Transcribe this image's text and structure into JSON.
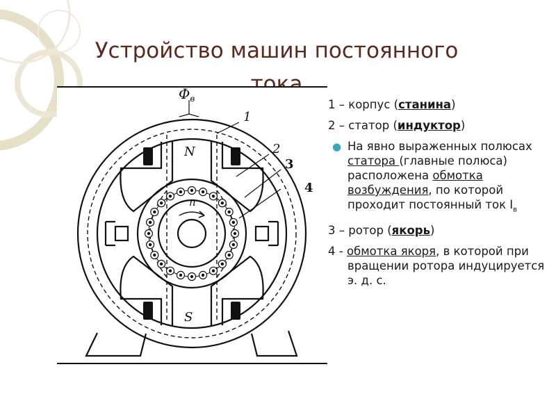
{
  "title": "Устройство машин постоянного тока",
  "figure": {
    "labels": {
      "flux": "Φ",
      "flux_sub": "в",
      "north": "N",
      "south": "S",
      "speed": "n",
      "l1": "1",
      "l2": "2",
      "l3": "3",
      "l4": "4"
    }
  },
  "text": {
    "item1": {
      "prefix": "1 – корпус (",
      "key": "станина",
      "suffix": ")"
    },
    "item2": {
      "prefix": "2 – статор (",
      "key": "индуктор",
      "suffix": ")"
    },
    "bullet": {
      "t1": "На явно выраженных полюсах ",
      "link1": "статора ",
      "t2": "(главные полюса) расположена ",
      "link2": "обмотка возбуждения",
      "t3": ", по которой проходит постоянный ток I",
      "sub": "в"
    },
    "item3": {
      "prefix": "3 – ротор (",
      "key": "якорь",
      "suffix": ")"
    },
    "item4": {
      "prefix": "4 - ",
      "link": "обмотка якоря",
      "suffix": ", в которой при вращении ротора индуцируется э. д. с."
    }
  },
  "colors": {
    "title": "#5a2a1e",
    "bullet": "#3aa6b8",
    "deco": "#e2dcc6"
  }
}
